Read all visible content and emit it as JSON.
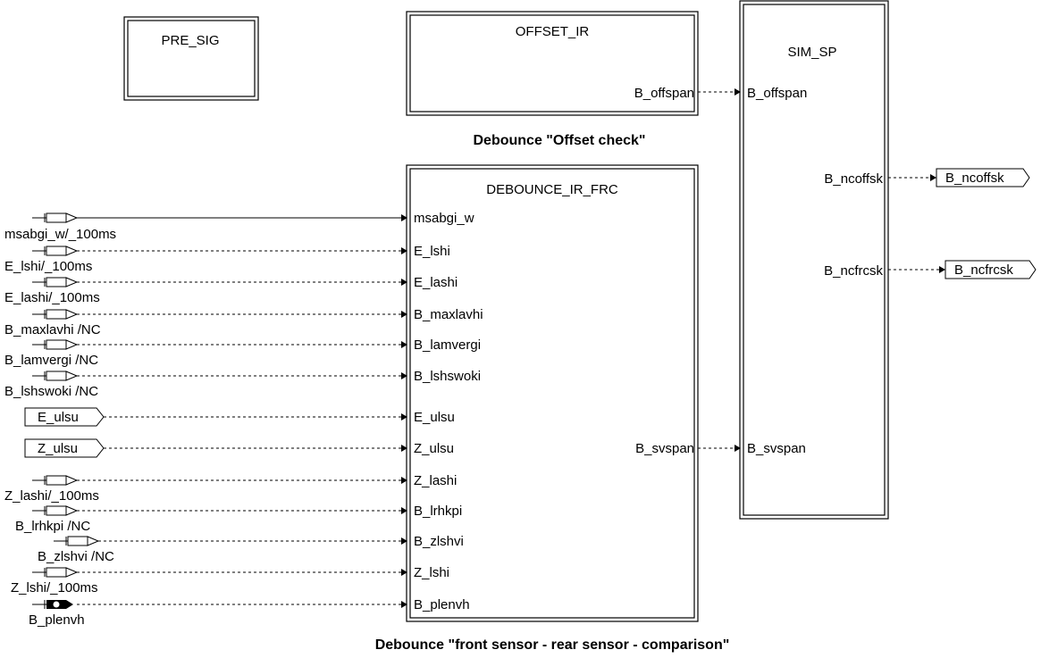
{
  "blocks": {
    "pre_sig": {
      "title": "PRE_SIG"
    },
    "offset_ir": {
      "title": "OFFSET_IR",
      "out": "B_offspan"
    },
    "debounce": {
      "title": "DEBOUNCE_IR_FRC",
      "inputs": [
        "msabgi_w",
        "E_lshi",
        "E_lashi",
        "B_maxlavhi",
        "B_lamvergi",
        "B_lshswoki",
        "E_ulsu",
        "Z_ulsu",
        "Z_lashi",
        "B_lrhkpi",
        "B_zlshvi",
        "Z_lshi",
        "B_plenvh"
      ],
      "out": "B_svspan"
    },
    "sim_sp": {
      "title": "SIM_SP",
      "inputs": [
        "B_offspan",
        "B_svspan"
      ],
      "outputs": [
        "B_ncoffsk",
        "B_ncfrcsk"
      ]
    }
  },
  "captions": {
    "offset": "Debounce \"Offset check\"",
    "frc": "Debounce \"front sensor - rear sensor - comparison\""
  },
  "sources": {
    "labels": [
      "msabgi_w/_100ms",
      "E_lshi/_100ms",
      "E_lashi/_100ms",
      "B_maxlavhi /NC",
      "B_lamvergi /NC",
      "B_lshswoki /NC",
      "Z_lashi/_100ms",
      "B_lrhkpi /NC",
      "B_zlshvi /NC",
      "Z_lshi/_100ms",
      "B_plenvh"
    ],
    "port_inputs": [
      "E_ulsu",
      "Z_ulsu"
    ]
  },
  "outputs": [
    "B_ncoffsk",
    "B_ncfrcsk"
  ]
}
